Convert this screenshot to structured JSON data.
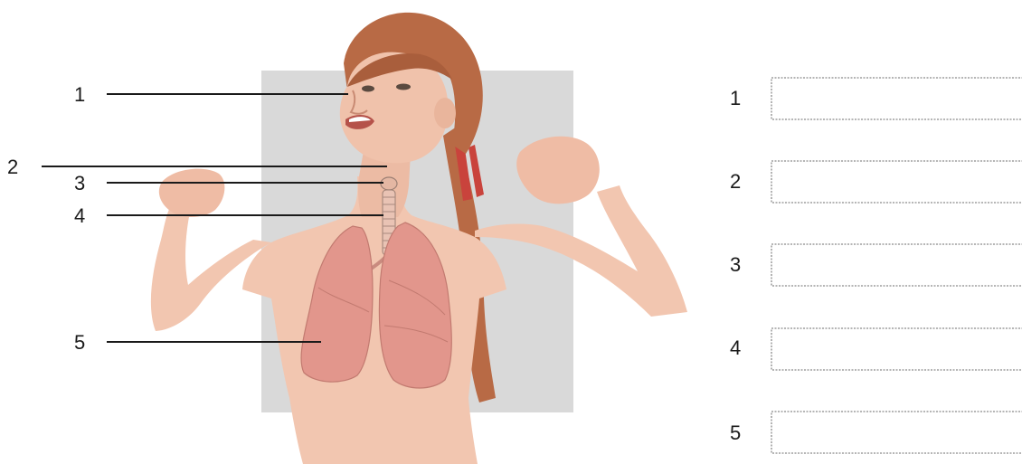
{
  "callout_labels": [
    "1",
    "2",
    "3",
    "4",
    "5"
  ],
  "answer_labels": [
    "1",
    "2",
    "3",
    "4",
    "5"
  ],
  "answer_values": [
    "",
    "",
    "",
    "",
    ""
  ],
  "icons": {
    "figure": "girl-respiratory-system-illustration"
  },
  "colors": {
    "backdrop": "#d9d9d9",
    "skin": "#f2c6b0",
    "hair": "#b86a45",
    "lung": "#e2968c",
    "ribbon": "#c9433c"
  }
}
